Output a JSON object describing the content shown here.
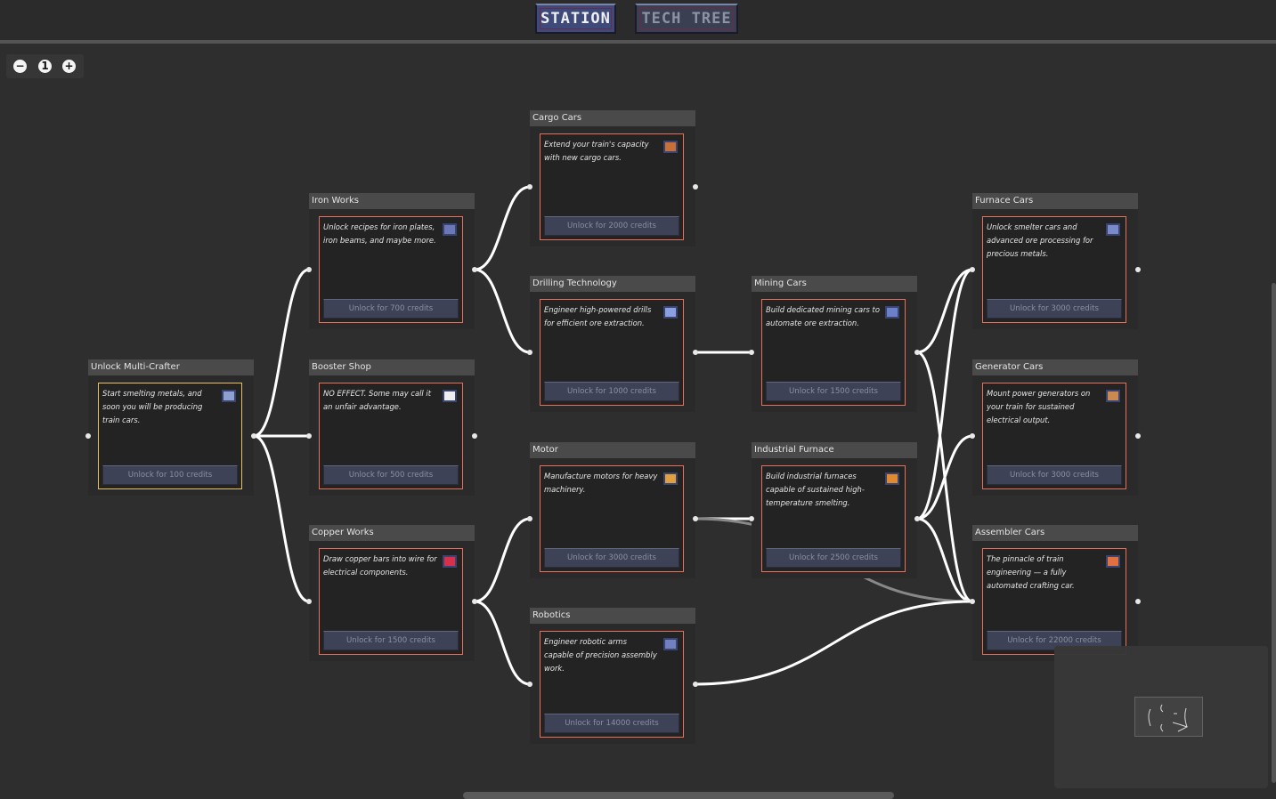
{
  "tabs": [
    {
      "label": "STATION",
      "active": true
    },
    {
      "label": "TECH TREE",
      "active": false
    }
  ],
  "zoom_controls": {
    "zoom_out": "−",
    "reset": "1",
    "zoom_in": "+"
  },
  "colors": {
    "card_border": "#e8705a",
    "root_border": "#e8c15a",
    "edge": "#ffffff",
    "button_bg": "#3d4257"
  },
  "nodes": [
    {
      "id": "multi",
      "title": "Unlock Multi-Crafter",
      "desc": "Start smelting metals, and soon you will be producing train cars.",
      "button": "Unlock for 100 credits",
      "icon": "crafter-icon",
      "root": true
    },
    {
      "id": "iron",
      "title": "Iron Works",
      "desc": "Unlock recipes for iron plates, iron beams, and maybe more.",
      "button": "Unlock for 700 credits",
      "icon": "iron-beam-icon"
    },
    {
      "id": "booster",
      "title": "Booster Shop",
      "desc": "NO EFFECT. Some may call it an unfair advantage.",
      "button": "Unlock for 500 credits",
      "icon": "booster-icon"
    },
    {
      "id": "copper",
      "title": "Copper Works",
      "desc": "Draw copper bars into wire for electrical components.",
      "button": "Unlock for 1500 credits",
      "icon": "copper-wire-icon"
    },
    {
      "id": "cargo",
      "title": "Cargo Cars",
      "desc": "Extend your train's capacity with new cargo cars.",
      "button": "Unlock for 2000 credits",
      "icon": "cargo-crate-icon"
    },
    {
      "id": "drilling",
      "title": "Drilling Technology",
      "desc": "Engineer high-powered drills for efficient ore extraction.",
      "button": "Unlock for 1000 credits",
      "icon": "drill-icon"
    },
    {
      "id": "motor",
      "title": "Motor",
      "desc": "Manufacture motors for heavy machinery.",
      "button": "Unlock for 3000 credits",
      "icon": "motor-icon"
    },
    {
      "id": "robotics",
      "title": "Robotics",
      "desc": "Engineer robotic arms capable of precision assembly work.",
      "button": "Unlock for 14000 credits",
      "icon": "robot-arm-icon"
    },
    {
      "id": "mining",
      "title": "Mining Cars",
      "desc": "Build dedicated mining cars to automate ore extraction.",
      "button": "Unlock for 1500 credits",
      "icon": "mining-car-icon"
    },
    {
      "id": "industrial",
      "title": "Industrial Furnace",
      "desc": "Build industrial furnaces capable of sustained high-temperature smelting.",
      "button": "Unlock for 2500 credits",
      "icon": "furnace-icon"
    },
    {
      "id": "furnace",
      "title": "Furnace Cars",
      "desc": "Unlock smelter cars and advanced ore processing for precious metals.",
      "button": "Unlock for 3000 credits",
      "icon": "smelter-car-icon"
    },
    {
      "id": "generator",
      "title": "Generator Cars",
      "desc": "Mount power generators on your train for sustained electrical output.",
      "button": "Unlock for 3000 credits",
      "icon": "generator-icon"
    },
    {
      "id": "assembler",
      "title": "Assembler Cars",
      "desc": "The pinnacle of train engineering — a fully automated crafting car.",
      "button": "Unlock for 22000 credits",
      "icon": "assembler-icon"
    }
  ],
  "edges": [
    [
      "multi",
      "iron"
    ],
    [
      "multi",
      "booster"
    ],
    [
      "multi",
      "copper"
    ],
    [
      "iron",
      "cargo"
    ],
    [
      "iron",
      "drilling"
    ],
    [
      "drilling",
      "mining"
    ],
    [
      "copper",
      "motor"
    ],
    [
      "copper",
      "robotics"
    ],
    [
      "mining",
      "furnace"
    ],
    [
      "mining",
      "assembler"
    ],
    [
      "industrial",
      "furnace"
    ],
    [
      "industrial",
      "generator"
    ],
    [
      "industrial",
      "assembler"
    ],
    [
      "motor",
      "industrial"
    ],
    [
      "motor",
      "assembler"
    ],
    [
      "robotics",
      "assembler"
    ]
  ]
}
